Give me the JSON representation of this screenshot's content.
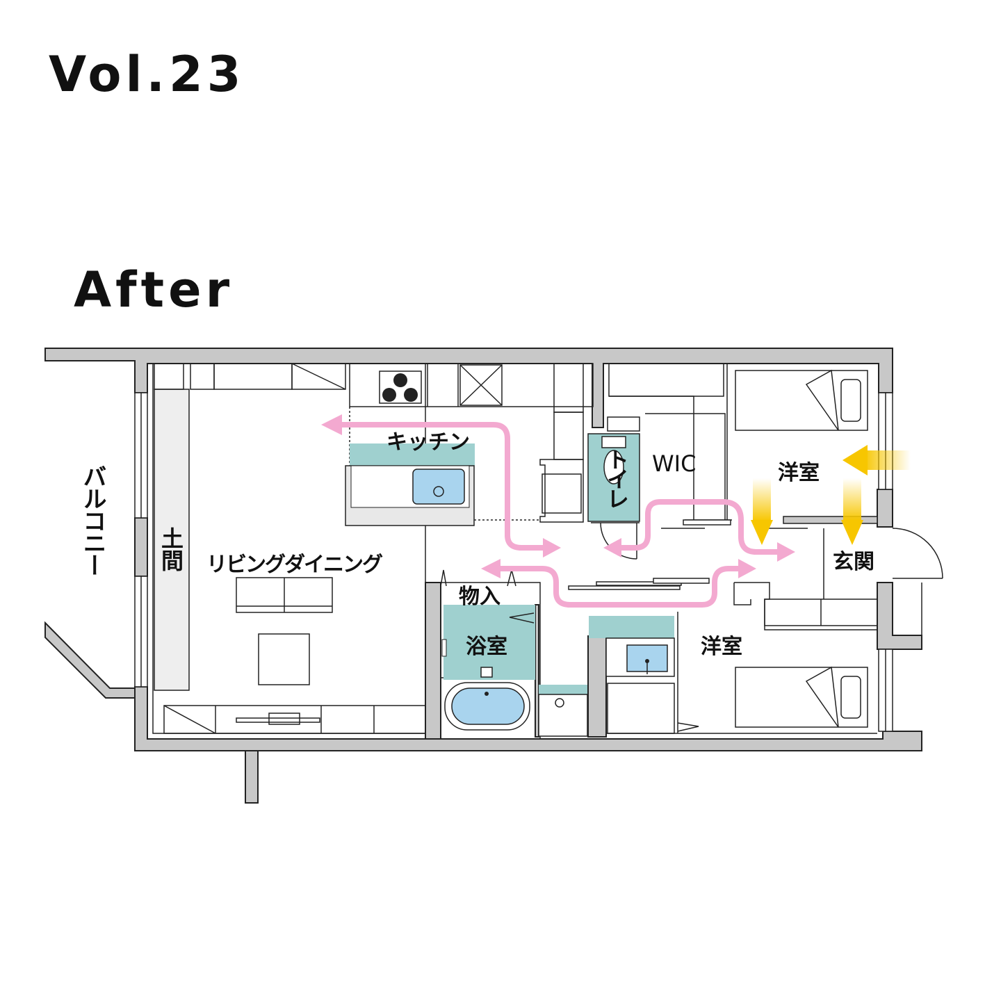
{
  "header": {
    "volume": "Vol.23",
    "phase": "After"
  },
  "colors": {
    "wall": "#c8c8c8",
    "outline": "#222222",
    "wet_area": "#9fd0cf",
    "fixture_blue": "#a9d4ee",
    "pink_route": "#f3a9d0",
    "yellow_arrow": "#f7c600"
  },
  "rooms": {
    "balcony": "バルコニー",
    "doma": "土間",
    "living_dining": "リビングダイニング",
    "kitchen": "キッチン",
    "toilet": "トイレ",
    "wic": "WIC",
    "western_room_top": "洋室",
    "entrance": "玄関",
    "storage": "物入",
    "bathroom": "浴室",
    "western_room_bottom": "洋室"
  },
  "icons": {
    "stove": "three-burner-stove-icon",
    "sink": "kitchen-sink-icon",
    "bathtub": "bathtub-icon",
    "toilet": "toilet-icon",
    "washbasin": "washbasin-icon",
    "sofa": "sofa-icon",
    "table": "table-icon",
    "bed": "bed-icon"
  }
}
